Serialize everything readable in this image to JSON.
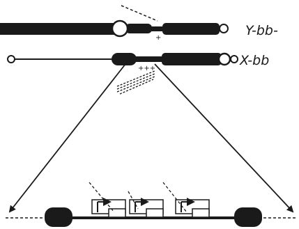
{
  "colors": {
    "ink": "#1a1a1a",
    "background": "#ffffff"
  },
  "chromosomes": {
    "y": {
      "label": "Y-bb-"
    },
    "x": {
      "label": "X-bb"
    }
  },
  "marks": {
    "y_plus": "+",
    "x_plus": "+++"
  },
  "zoomed_region": {
    "promoter_icons": [
      "promoter-arrow-1",
      "promoter-arrow-2",
      "promoter-arrow-3"
    ]
  }
}
